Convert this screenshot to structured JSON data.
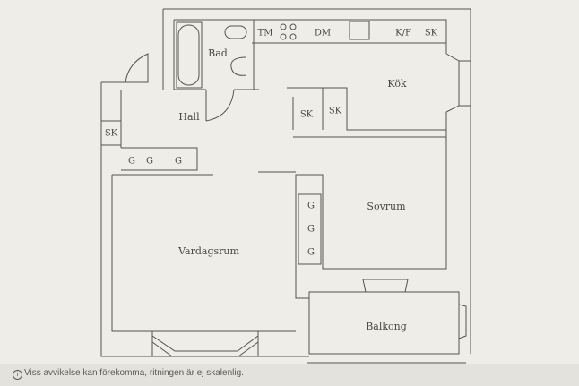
{
  "rooms": {
    "bad": "Bad",
    "kok": "Kök",
    "hall": "Hall",
    "sovrum": "Sovrum",
    "vardagsrum": "Vardagsrum",
    "balkong": "Balkong"
  },
  "fixtures": {
    "tm": "TM",
    "dm": "DM",
    "kf": "K/F",
    "sk_kitchen_top": "SK",
    "sk_kitchen_1": "SK",
    "sk_kitchen_2": "SK",
    "sk_hall": "SK",
    "g_hall_1": "G",
    "g_hall_2": "G",
    "g_hall_3": "G",
    "g_bed_1": "G",
    "g_bed_2": "G",
    "g_bed_3": "G"
  },
  "footer": {
    "icon": "info-icon",
    "text": "Viss avvikelse kan förekomma, ritningen är ej skalenlig."
  }
}
